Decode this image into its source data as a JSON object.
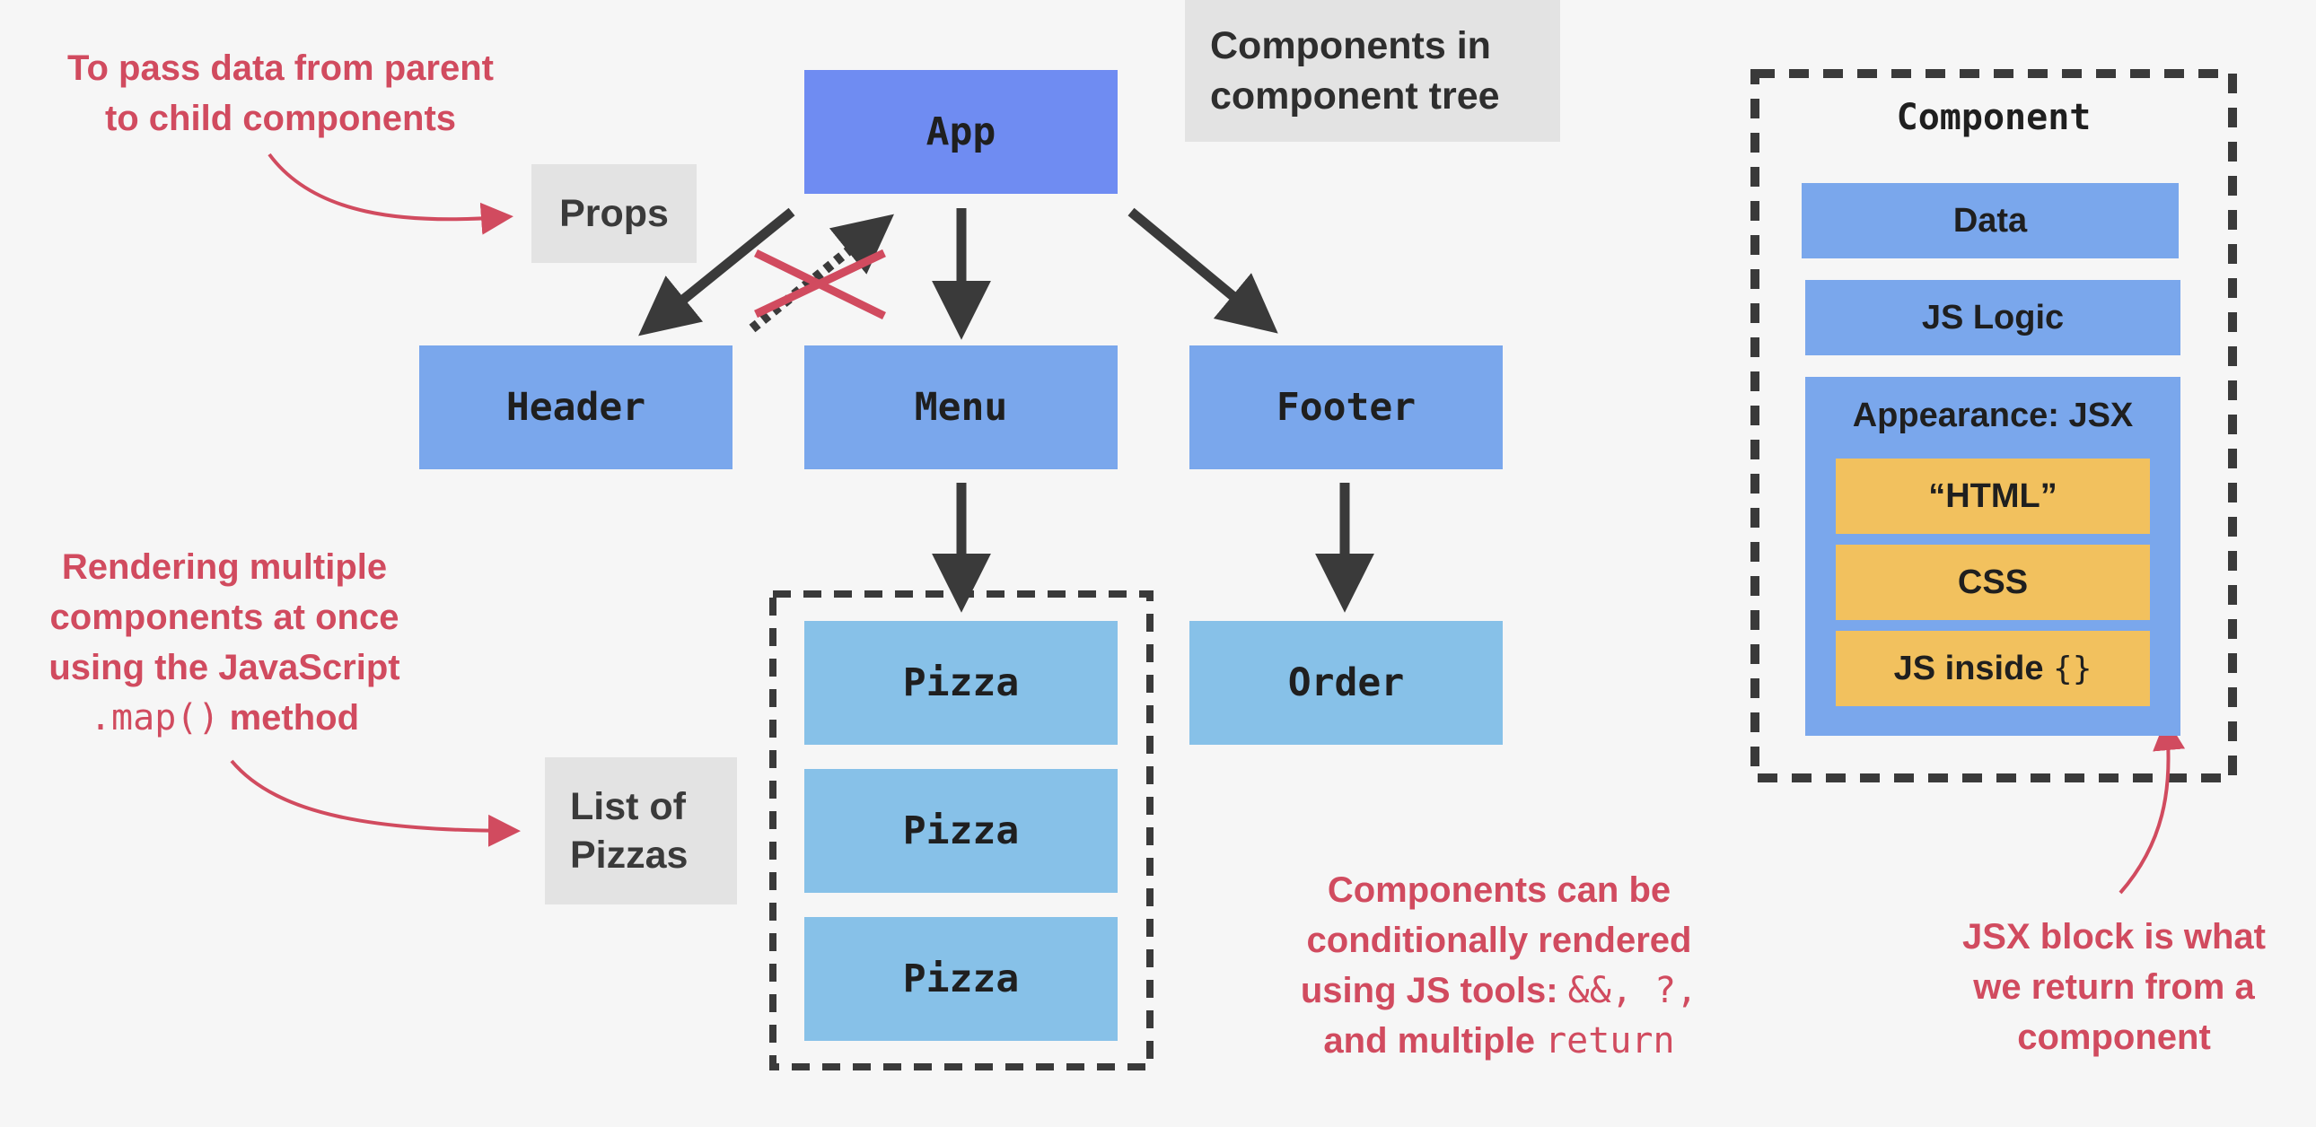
{
  "notes": {
    "props_note": [
      "To pass data from parent",
      "to child components"
    ],
    "render_note": {
      "line1": "Rendering multiple",
      "line2": "components at once",
      "line3": "using the JavaScript",
      "code": ".map()",
      "tail": " method"
    },
    "conditional_note": {
      "line1": "Components can be",
      "line2": "conditionally rendered",
      "line3_prefix": "using JS tools: ",
      "line3_code": "&&, ?,",
      "line4_prefix": "and multiple ",
      "line4_code": "return"
    },
    "jsx_note": [
      "JSX block is what",
      "we return from a",
      "component"
    ]
  },
  "labels": {
    "props": "Props",
    "list_of_pizzas": [
      "List of",
      "Pizzas"
    ],
    "components_in_tree": [
      "Components in",
      "component tree"
    ]
  },
  "tree": {
    "app": "App",
    "header": "Header",
    "menu": "Menu",
    "footer": "Footer",
    "order": "Order",
    "pizzas": [
      "Pizza",
      "Pizza",
      "Pizza"
    ]
  },
  "component_box": {
    "title": "Component",
    "data": "Data",
    "js_logic": "JS Logic",
    "appearance": "Appearance: JSX",
    "html": "“HTML”",
    "css": "CSS",
    "js_inside": "JS inside ",
    "braces": "{}"
  },
  "colors": {
    "background": "#f6f6f6",
    "app_blue": "#6f8cf2",
    "component_blue": "#7aa7ec",
    "light_blue": "#87c1e8",
    "yellow": "#f2c15e",
    "note_red": "#d14b5f",
    "arrow_dark": "#3a3a3a",
    "label_gray": "#e3e3e3"
  }
}
